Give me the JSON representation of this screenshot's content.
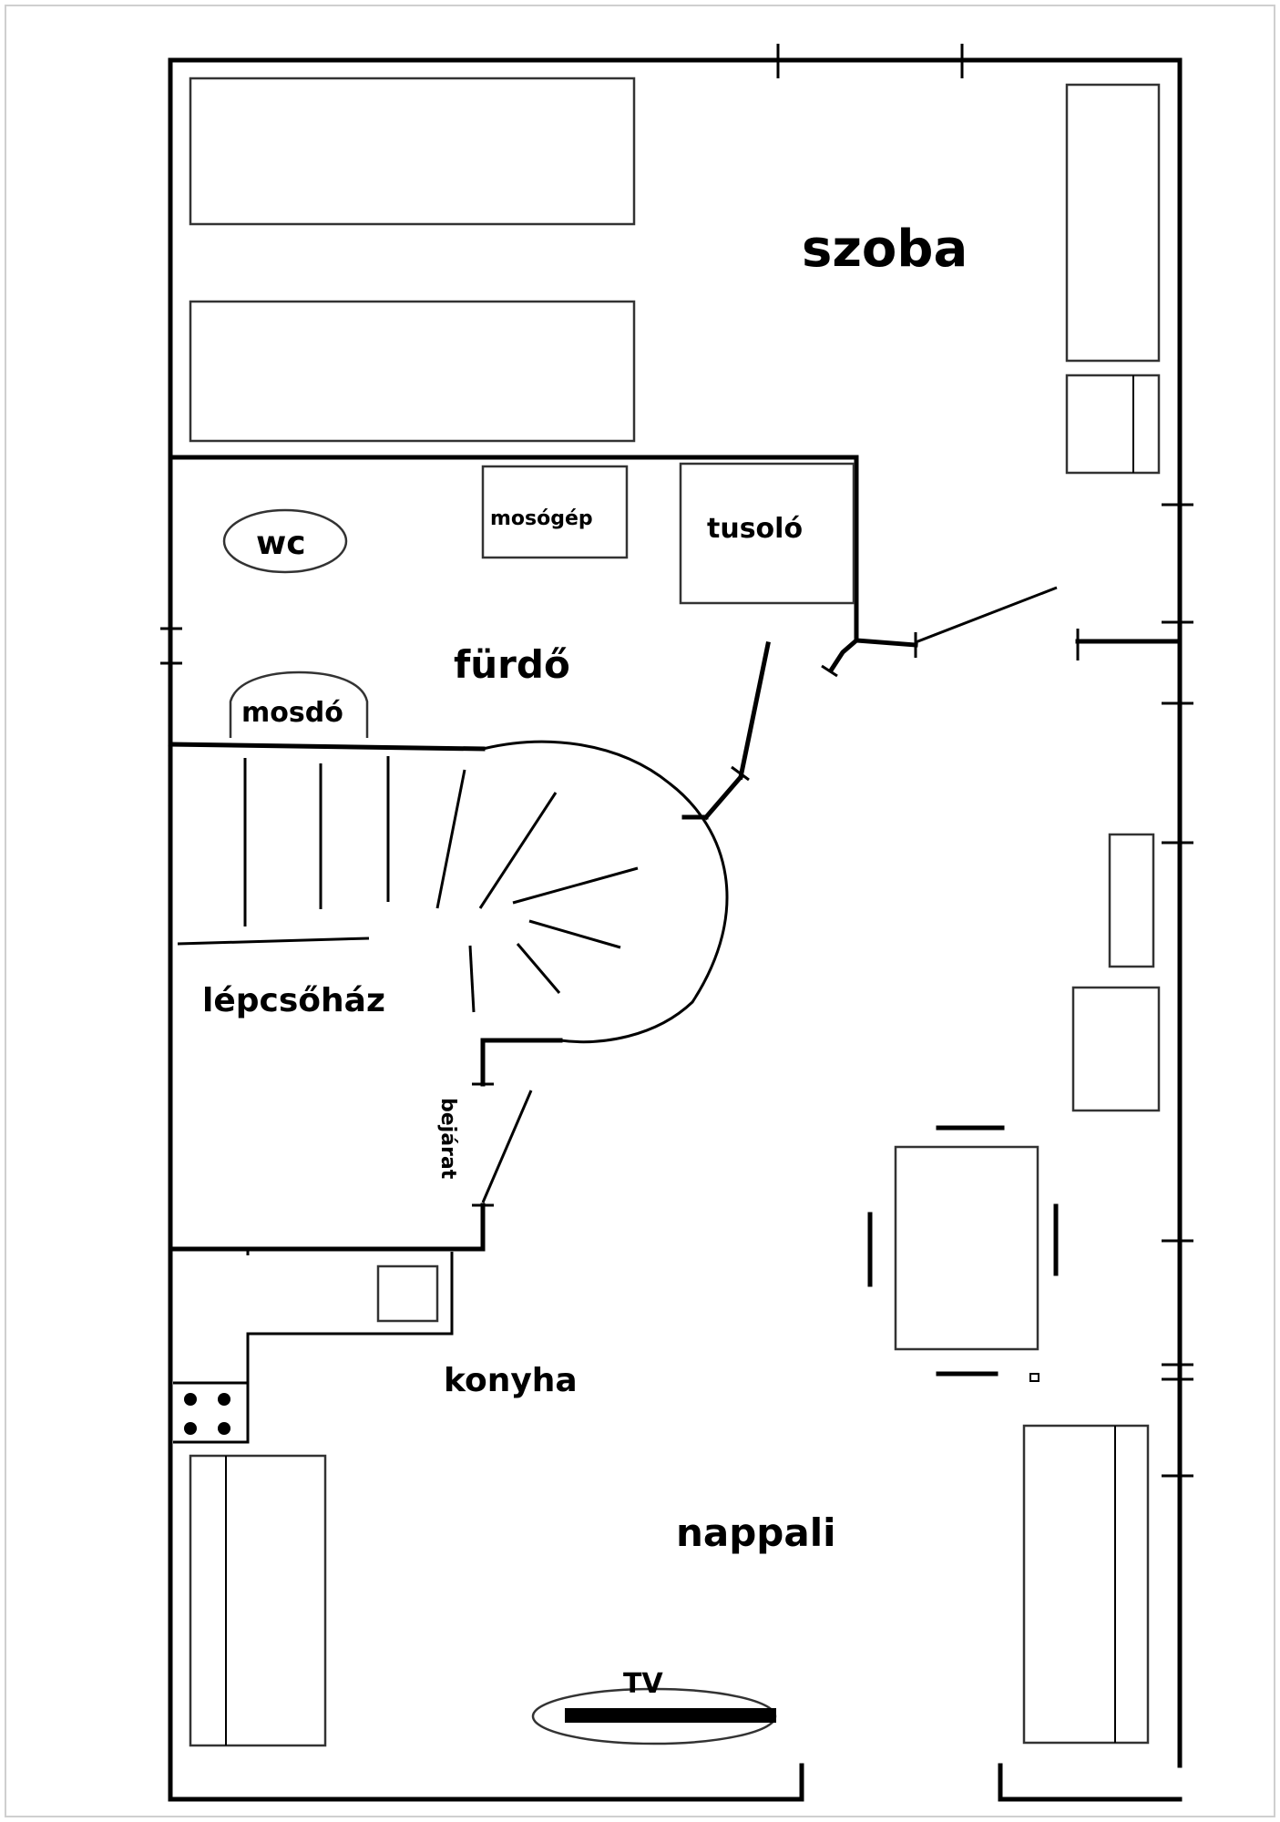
{
  "rooms": {
    "szoba": "szoba",
    "furdo": "fürdő",
    "lepcsohaz": "lépcsőház",
    "konyha": "konyha",
    "nappali": "nappali"
  },
  "fixtures": {
    "wc": "wc",
    "mosogep": "mosógép",
    "tusolo": "tusoló",
    "mosdo": "mosdó",
    "tv": "TV"
  },
  "entrance": {
    "bejarat": "bejárat"
  }
}
